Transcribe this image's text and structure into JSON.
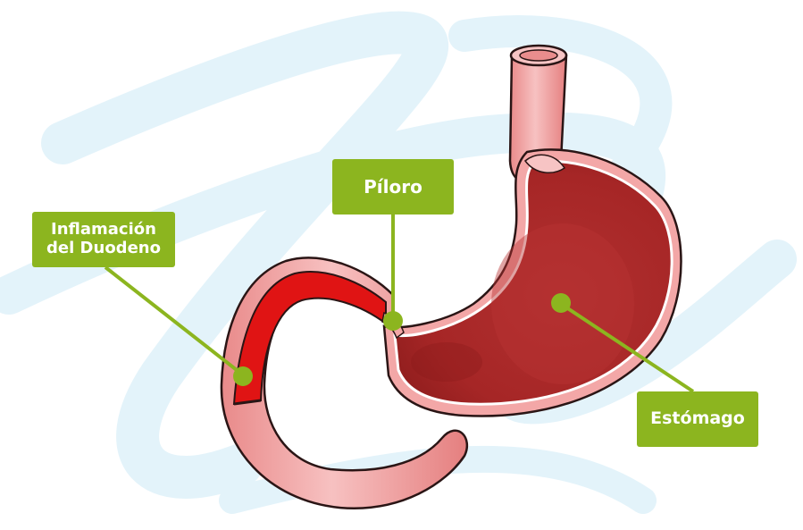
{
  "labels": {
    "duodeno_line1": "Inflamación",
    "duodeno_line2": "del Duodeno",
    "piloro": "Píloro",
    "estomago": "Estómago"
  },
  "colors": {
    "label_bg": "#8cb51f",
    "stomach": "#a52525",
    "inflammation": "#e01414",
    "tissue": "#f4a8a8",
    "background_swirl": "#e4f4fb"
  }
}
